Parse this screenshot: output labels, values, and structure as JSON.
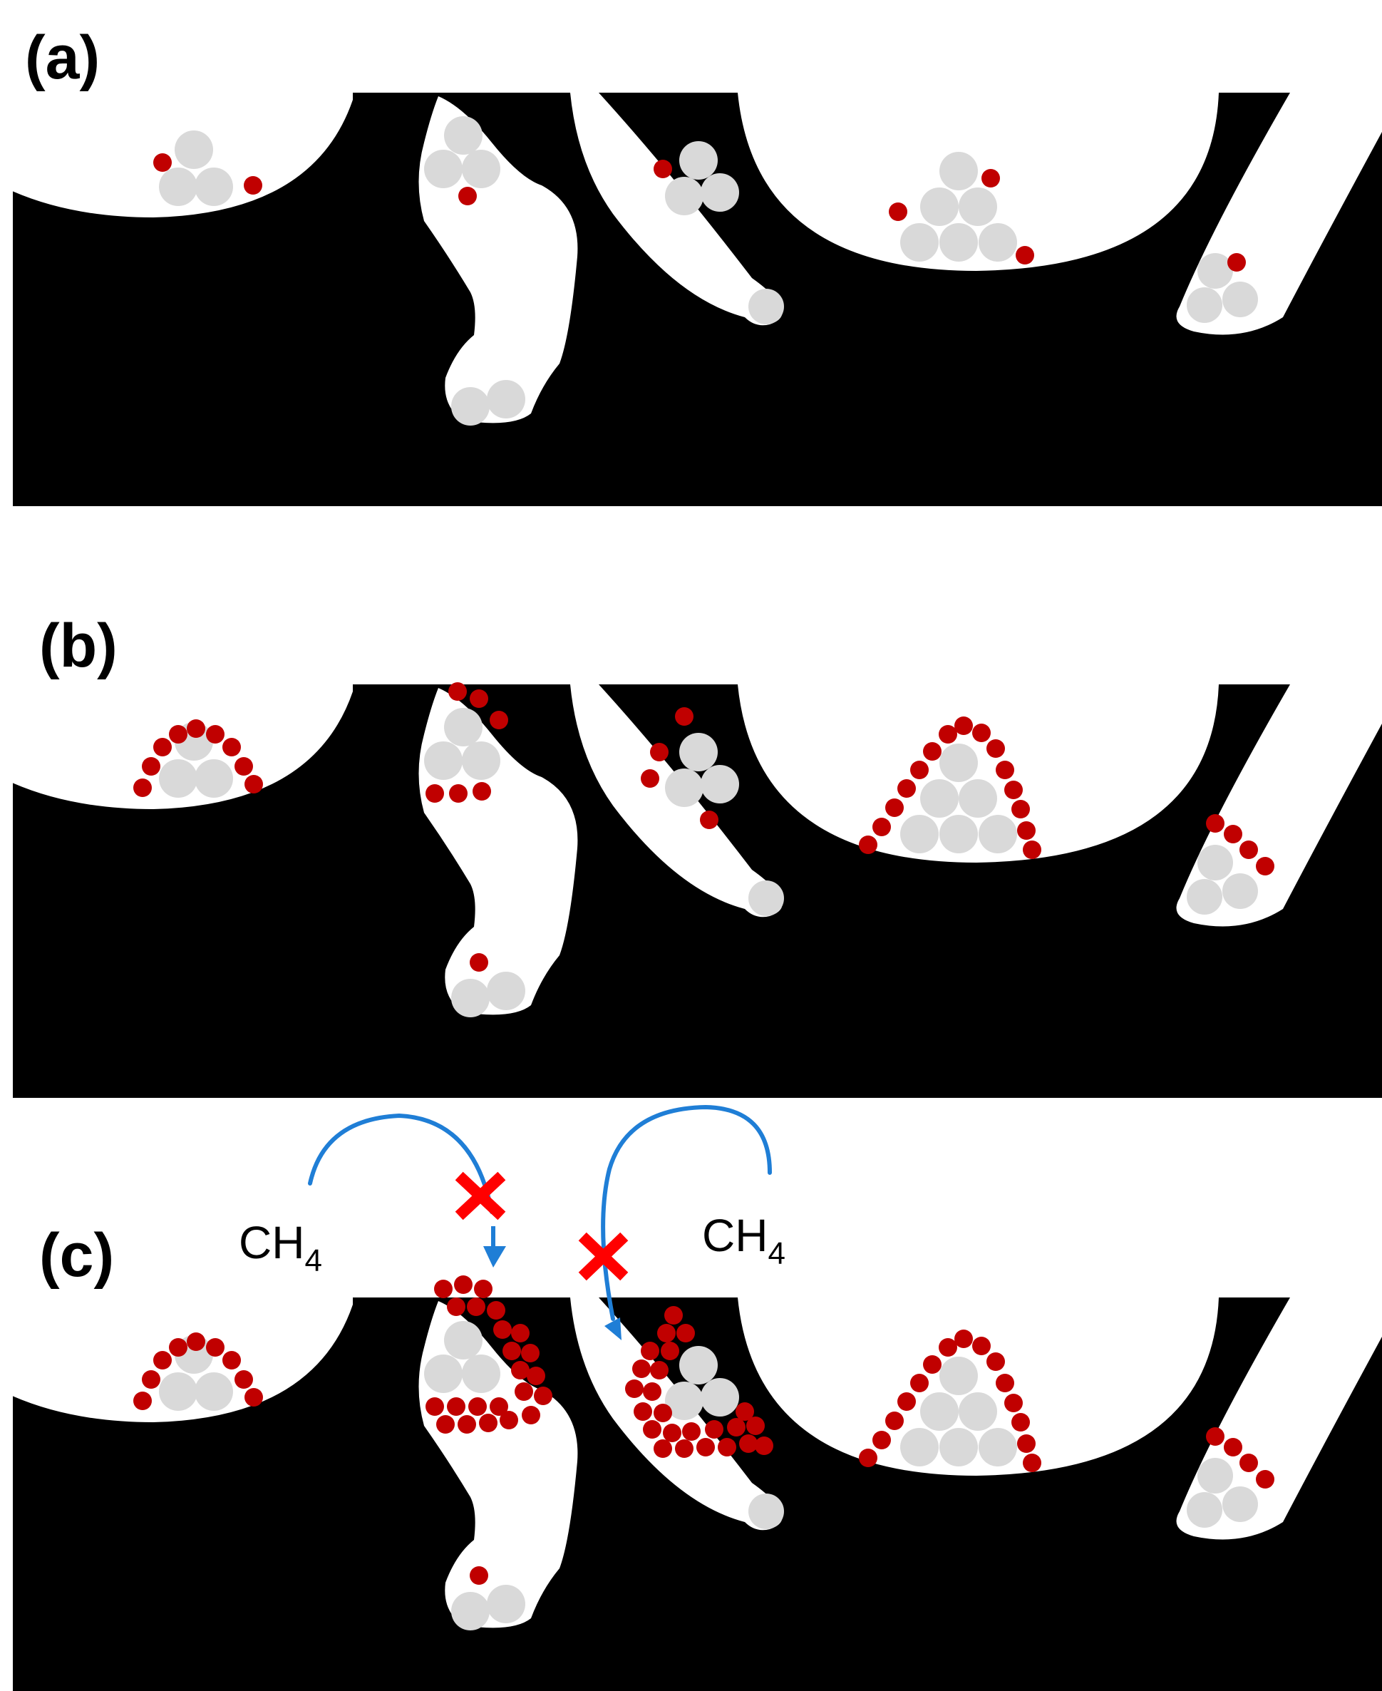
{
  "colors": {
    "background": "#ffffff",
    "solid_matrix": "#000000",
    "pore": "#ffffff",
    "particle": "#d9d9d9",
    "adsorbed_molecule": "#c00000",
    "flow_arrow": "#1f7ed6",
    "blocked_mark": "#ff0000"
  },
  "panels": [
    {
      "id": "a",
      "label": "(a)"
    },
    {
      "id": "b",
      "label": "(b)"
    },
    {
      "id": "c",
      "label": "(c)"
    }
  ],
  "annotations": {
    "gas_left": {
      "text": "CH",
      "subscript": "4"
    },
    "gas_right": {
      "text": "CH",
      "subscript": "4"
    },
    "blocked_left_icon": "red-x-icon",
    "blocked_right_icon": "red-x-icon"
  }
}
